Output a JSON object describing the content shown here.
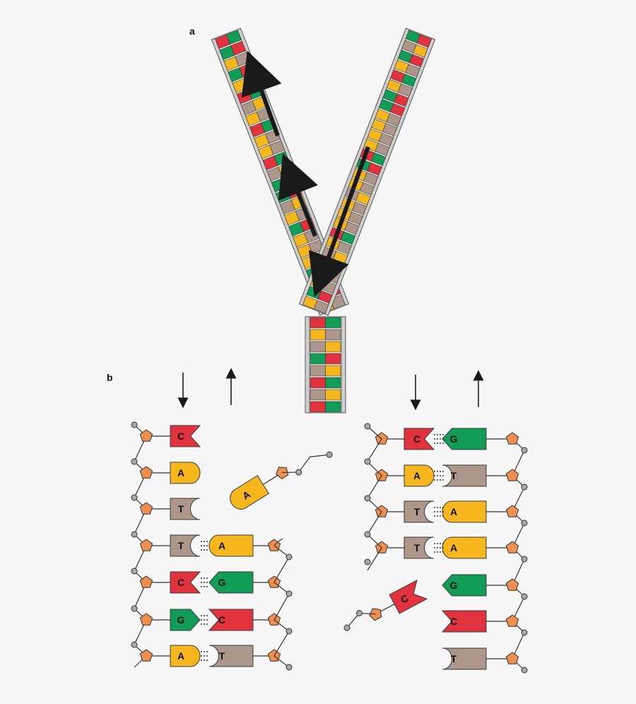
{
  "panels": {
    "a": "a",
    "b": "b"
  },
  "colors": {
    "A": "#f5b61e",
    "T": "#ad968a",
    "G": "#119c57",
    "C": "#e1333d",
    "sugar": "#ef8f4f",
    "phosphate": "#a8a8a8",
    "backbone_rail": "#cfcfcf",
    "arrow": "#1a1a1a"
  },
  "fork": {
    "left_arm_pairs": [
      "A",
      "G",
      "A",
      "G",
      "A",
      "A",
      "A",
      "G",
      "A",
      "T",
      "G",
      "G",
      "T",
      "C",
      "A",
      "A",
      "C",
      "A",
      "T",
      "C",
      "A",
      "G",
      "A",
      "G",
      "C"
    ],
    "right_arm_pairs": [
      "A",
      "G",
      "A",
      "A",
      "T",
      "T",
      "A",
      "C",
      "A",
      "A",
      "A",
      "T",
      "A",
      "A",
      "G",
      "C",
      "A",
      "A",
      "A",
      "A",
      "G",
      "G",
      "A",
      "C",
      "A",
      "G",
      "T",
      "G"
    ],
    "stem_pairs": [
      [
        "C",
        "G"
      ],
      [
        "A",
        "T"
      ],
      [
        "T",
        "A"
      ],
      [
        "G",
        "C"
      ],
      [
        "T",
        "A"
      ],
      [
        "C",
        "G"
      ],
      [
        "T",
        "A"
      ],
      [
        "C",
        "G"
      ]
    ]
  },
  "strand_left": {
    "left_bases": [
      "C",
      "A",
      "T",
      "T",
      "C",
      "G",
      "A"
    ],
    "paired": [
      null,
      null,
      null,
      "A",
      "G",
      "C",
      "T"
    ],
    "free_nucleotide": "A"
  },
  "strand_right": {
    "right_bases": [
      "G",
      "T",
      "A",
      "A",
      "G",
      "C",
      "T"
    ],
    "paired": [
      "C",
      "A",
      "T",
      "T",
      null,
      null,
      null
    ],
    "free_nucleotide": "C"
  }
}
